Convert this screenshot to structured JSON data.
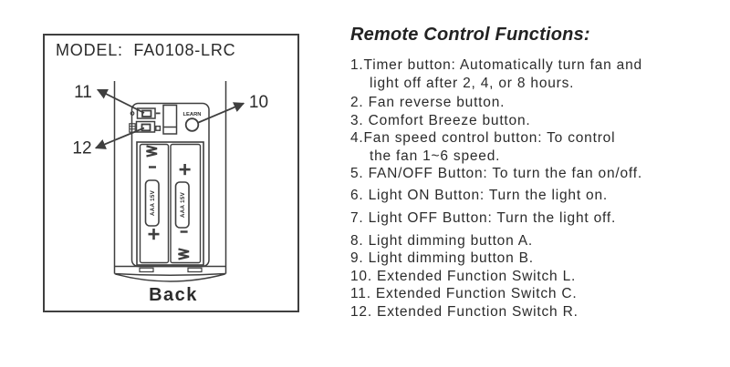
{
  "diagram": {
    "model_label": "MODEL:  FA0108-LRC",
    "back_label": "Back",
    "learn_label": "LEARN",
    "battery_left_label": "AAA 15V",
    "battery_right_label": "AAA 15V",
    "callout_10": "10",
    "callout_11": "11",
    "callout_12": "12",
    "colors": {
      "line": "#3f3f3f",
      "text": "#2b2b2b"
    }
  },
  "functions": {
    "title": "Remote Control Functions:",
    "items": [
      {
        "lines": [
          "1.Timer button: Automatically turn fan and",
          "light off after 2, 4, or 8 hours."
        ]
      },
      {
        "lines": [
          "2. Fan reverse button."
        ]
      },
      {
        "lines": [
          "3. Comfort Breeze button."
        ]
      },
      {
        "lines": [
          "4.Fan speed control button: To control",
          "the fan 1~6 speed."
        ]
      },
      {
        "lines": [
          "5. FAN/OFF Button: To turn the fan on/off."
        ]
      },
      {
        "lines": [
          "6. Light ON Button: Turn the light on."
        ]
      },
      {
        "lines": [
          "7. Light OFF Button: Turn the light off."
        ]
      },
      {
        "lines": [
          "8. Light dimming button A."
        ]
      },
      {
        "lines": [
          "9. Light dimming button B."
        ]
      },
      {
        "lines": [
          "10. Extended Function Switch L."
        ]
      },
      {
        "lines": [
          "11. Extended Function Switch C."
        ]
      },
      {
        "lines": [
          "12. Extended Function Switch R."
        ]
      }
    ]
  }
}
